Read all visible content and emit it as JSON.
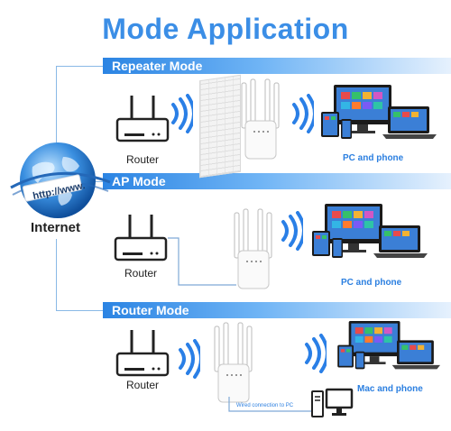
{
  "title": "Mode Application",
  "internet_label": "Internet",
  "globe_banner": "http://www.",
  "modes": [
    {
      "name": "Repeater Mode",
      "router_label": "Router",
      "devices_caption": "PC and phone"
    },
    {
      "name": "AP Mode",
      "router_label": "Router",
      "devices_caption": "PC and phone"
    },
    {
      "name": "Router Mode",
      "router_label": "Router",
      "devices_caption": "Mac and phone",
      "wired_caption": "Wired connection to PC"
    }
  ],
  "colors": {
    "accent": "#2b84e3",
    "title": "#3b8ee6",
    "wifi": "#2a7fe6"
  },
  "icons": [
    "globe-icon",
    "router-icon",
    "wifi-waves-icon",
    "extender-device-icon",
    "monitor-icon",
    "laptop-icon",
    "tablet-icon",
    "phone-icon",
    "desktop-tower-icon"
  ]
}
